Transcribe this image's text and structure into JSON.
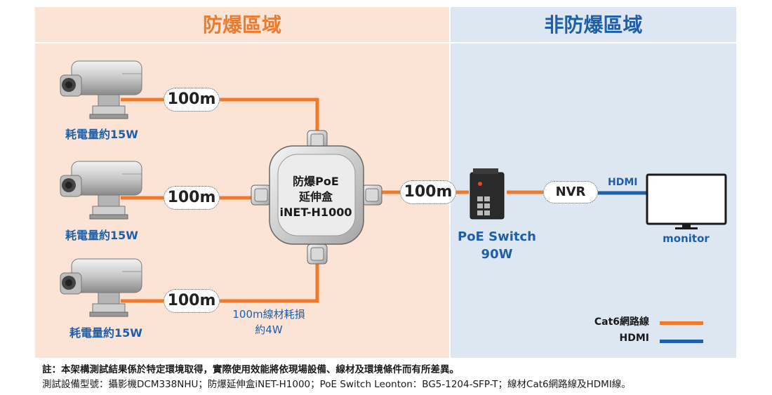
{
  "zones": {
    "hazardous": "防爆區域",
    "non_hazardous": "非防爆區域"
  },
  "cameras": [
    {
      "power": "耗電量約15W",
      "distance": "100m"
    },
    {
      "power": "耗電量約15W",
      "distance": "100m"
    },
    {
      "power": "耗電量約15W",
      "distance": "100m"
    }
  ],
  "junction_box": {
    "line1": "防爆PoE",
    "line2": "延伸盒",
    "line3": "iNET-H1000"
  },
  "cable_loss": {
    "line1": "100m線材耗損",
    "line2": "約4W"
  },
  "uplink_distance": "100m",
  "switch": {
    "line1": "PoE Switch",
    "line2": "90W"
  },
  "nvr": "NVR",
  "hdmi_tag": "HDMI",
  "monitor": "monitor",
  "legend": [
    {
      "label": "Cat6網路線",
      "color": "#f07a2c"
    },
    {
      "label": "HDMI",
      "color": "#1e5fa8"
    }
  ],
  "notes": {
    "line1": "註：本架構測試結果係於特定環境取得，實際使用效能將依現場設備、線材及環境條件而有所差異。",
    "line2": "測試設備型號：攝影機DCM338NHU；防爆延伸盒iNET-H1000；PoE Switch Leonton：BG5-1204-SFP-T；線材Cat6網路線及HDMI線。"
  },
  "colors": {
    "cat6": "#f07a2c",
    "hdmi": "#1e5fa8",
    "zone_left": "#fbe4d6",
    "zone_right": "#dde7f2"
  }
}
